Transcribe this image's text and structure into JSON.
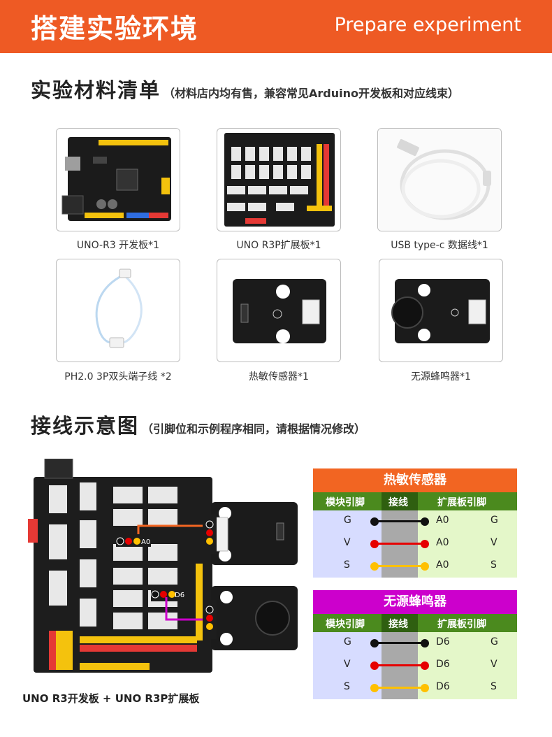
{
  "header": {
    "title": "搭建实验环境",
    "subtitle": "Prepare experiment"
  },
  "materials": {
    "title": "实验材料清单",
    "note": "（材料店内均有售，兼容常见Arduino开发板和对应线束）",
    "items": [
      {
        "caption": "UNO-R3 开发板*1"
      },
      {
        "caption": "UNO R3P扩展板*1"
      },
      {
        "caption": "USB type-c 数据线*1"
      },
      {
        "caption": "PH2.0 3P双头端子线  *2"
      },
      {
        "caption": "热敏传感器*1"
      },
      {
        "caption": "无源蜂鸣器*1"
      }
    ]
  },
  "wiring": {
    "title": "接线示意图",
    "note": "（引脚位和示例程序相同，请根据情况修改）",
    "caption": "UNO R3开发板 + UNO R3P扩展板",
    "board_labels": {
      "a0": "A0",
      "d6": "D6"
    },
    "tables": [
      {
        "title": "热敏传感器",
        "title_color": "#f26522",
        "headers": {
          "module": "模块引脚",
          "wire": "接线",
          "board": "扩展板引脚"
        },
        "rows": [
          {
            "module": "G",
            "port": "A0",
            "pin": "G",
            "color": "#111111"
          },
          {
            "module": "V",
            "port": "A0",
            "pin": "V",
            "color": "#e60000"
          },
          {
            "module": "S",
            "port": "A0",
            "pin": "S",
            "color": "#ffc000"
          }
        ]
      },
      {
        "title": "无源蜂鸣器",
        "title_color": "#cc00cc",
        "headers": {
          "module": "模块引脚",
          "wire": "接线",
          "board": "扩展板引脚"
        },
        "rows": [
          {
            "module": "G",
            "port": "D6",
            "pin": "G",
            "color": "#111111"
          },
          {
            "module": "V",
            "port": "D6",
            "pin": "V",
            "color": "#e60000"
          },
          {
            "module": "S",
            "port": "D6",
            "pin": "S",
            "color": "#ffc000"
          }
        ]
      }
    ]
  }
}
